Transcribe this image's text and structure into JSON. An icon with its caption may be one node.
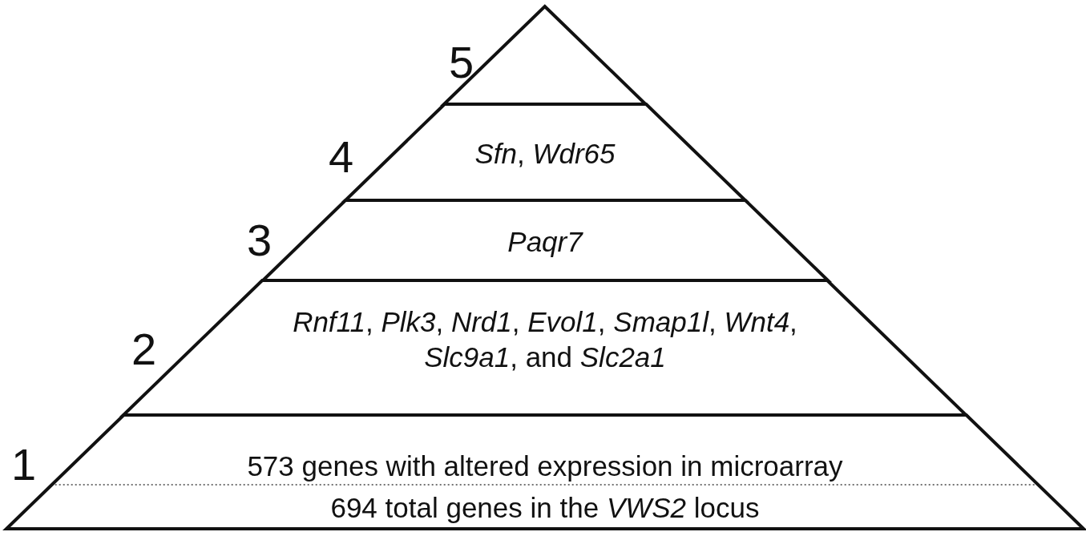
{
  "diagram": {
    "nodes": [
      {
        "text": [],
        "shape": "triangle",
        "beside": [
          "5"
        ]
      },
      {
        "text": [
          "*Sfn*, *Wdr65*"
        ],
        "beside": [
          "4"
        ]
      },
      {
        "text": [
          "*Paqr7*"
        ],
        "beside": [
          "3"
        ]
      },
      {
        "text": [
          "*Rnf11*, *Plk3*, *Nrd1*, *Evol1*, *Smap1l*, *Wnt4*, *Slc9a1*, and *Slc2a1*"
        ],
        "beside": [
          "2"
        ]
      },
      {
        "text": [
          "573 genes with altered expression in microarray",
          "694 total genes in the *VWS2* locus"
        ],
        "beside": [
          "1"
        ]
      }
    ]
  }
}
